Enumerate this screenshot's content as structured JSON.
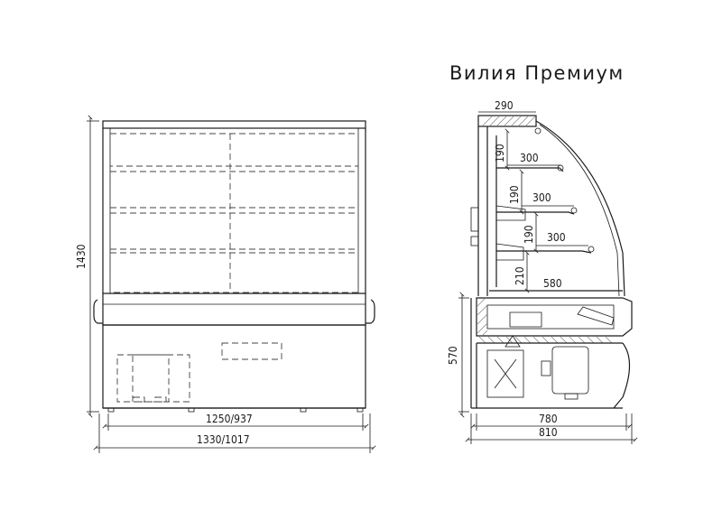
{
  "title": "Вилия  Премиум",
  "front_view": {
    "height_label": "1430",
    "inner_width_label": "1250/937",
    "outer_width_label": "1330/1017"
  },
  "side_view": {
    "top_depth_label": "290",
    "shelf_gap_1_label": "190",
    "shelf_gap_2_label": "190",
    "shelf_gap_3_label": "190",
    "shelf_gap_4_label": "210",
    "shelf_depth_1_label": "300",
    "shelf_depth_2_label": "300",
    "shelf_depth_3_label": "300",
    "base_depth_label": "580",
    "counter_height_label": "570",
    "depth_inner_label": "780",
    "depth_outer_label": "810"
  }
}
